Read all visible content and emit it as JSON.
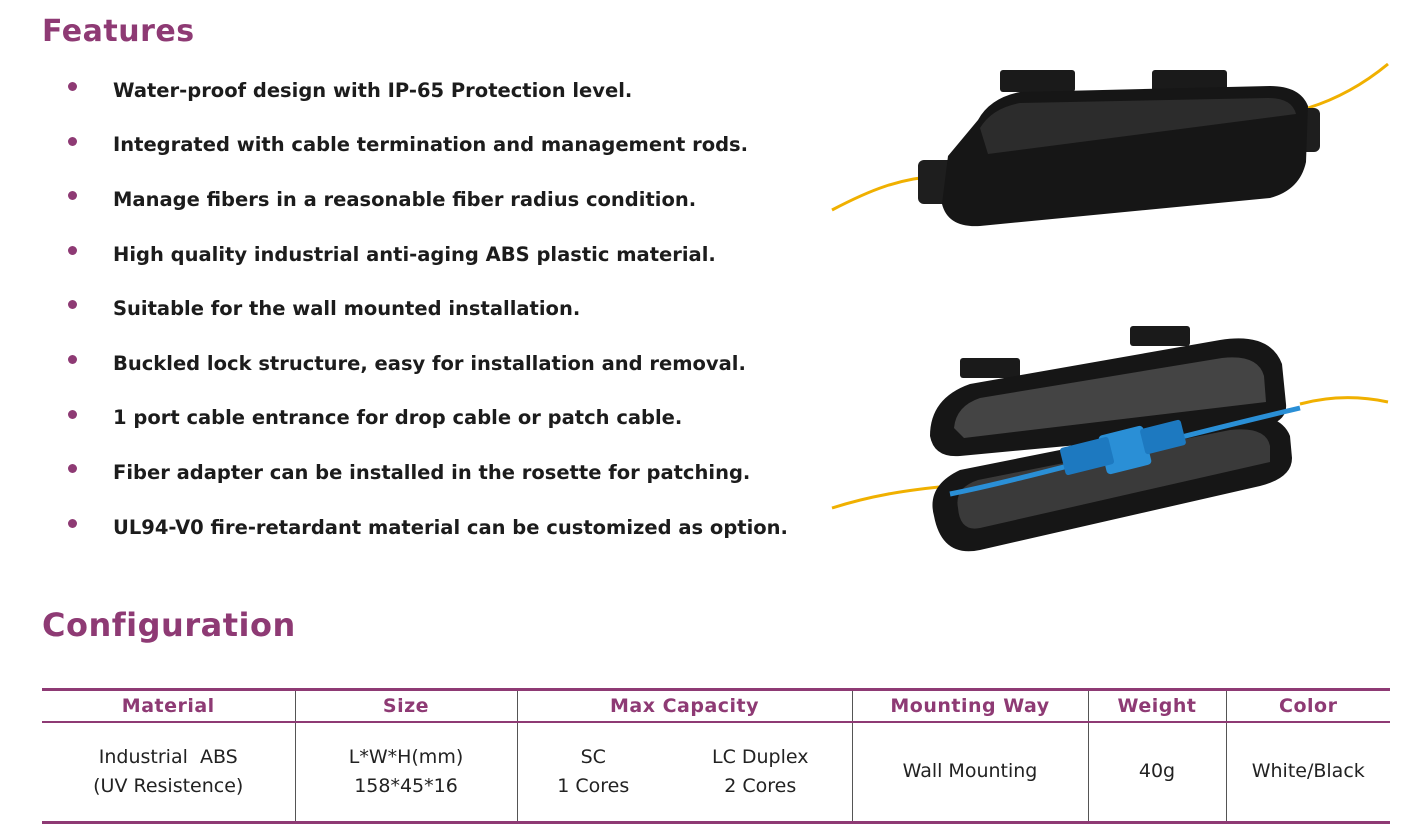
{
  "features": {
    "title": "Features",
    "items": [
      "Water-proof design with IP-65 Protection level.",
      "Integrated with cable termination and management rods.",
      "Manage fibers in a reasonable fiber radius condition.",
      "High quality industrial anti-aging ABS plastic material.",
      "Suitable for the wall mounted installation.",
      "Buckled lock structure, easy for installation and removal.",
      "1 port cable entrance for drop cable or patch cable.",
      "Fiber adapter can be installed in the rosette for patching.",
      "UL94-V0 fire-retardant material can be customized as option."
    ]
  },
  "configuration": {
    "title": "Configuration",
    "headers": {
      "material": "Material",
      "size": "Size",
      "max_capacity": "Max Capacity",
      "mounting_way": "Mounting Way",
      "weight": "Weight",
      "color": "Color"
    },
    "row": {
      "material": [
        "Industrial  ABS",
        "(UV Resistence)"
      ],
      "size": [
        "L*W*H(mm)",
        "158*45*16"
      ],
      "capacity_sc": [
        "SC",
        "1 Cores"
      ],
      "capacity_lc": [
        "LC Duplex",
        "2 Cores"
      ],
      "mounting_way": "Wall Mounting",
      "weight": "40g",
      "color": "White/Black"
    }
  },
  "colors": {
    "accent": "#8e3a74",
    "housing": "#161616",
    "fiber": "#f0b000",
    "adapter": "#2a8fd6"
  }
}
